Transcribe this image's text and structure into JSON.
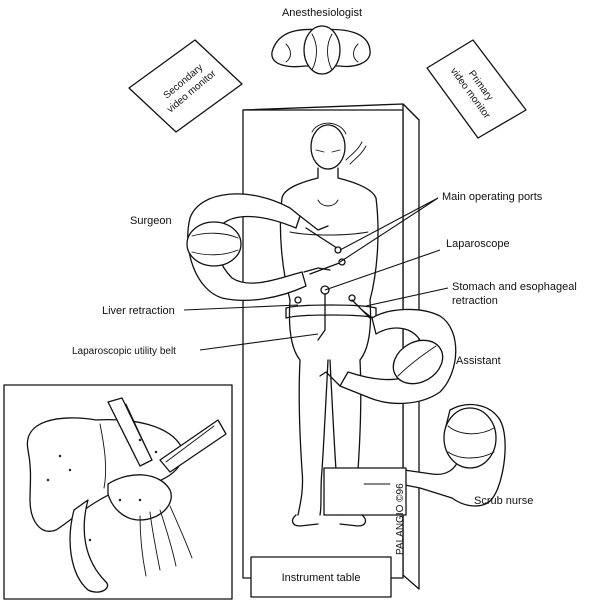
{
  "labels": {
    "anesthesiologist": "Anesthesiologist",
    "secondary_monitor_line1": "Secondary",
    "secondary_monitor_line2": "video monitor",
    "primary_monitor_line1": "Primary",
    "primary_monitor_line2": "video monitor",
    "surgeon": "Surgeon",
    "main_operating_ports": "Main operating ports",
    "laparoscope": "Laparoscope",
    "stomach_retraction_line1": "Stomach and esophageal",
    "stomach_retraction_line2": "retraction",
    "liver_retraction": "Liver retraction",
    "utility_belt": "Laparoscopic utility belt",
    "assistant": "Assistant",
    "scrub_nurse": "Scrub nurse",
    "instrument_table": "Instrument table",
    "signature": "PALANGIO ©96"
  }
}
